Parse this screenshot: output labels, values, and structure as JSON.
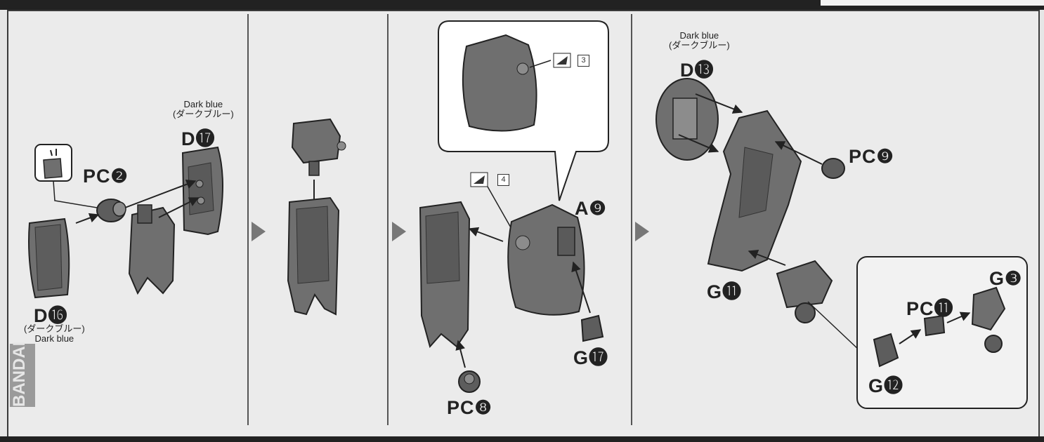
{
  "labels": {
    "dark_blue_en": "Dark blue",
    "dark_blue_jp": "(ダークブルー)",
    "d17": "D⓱",
    "pc2": "PC❷",
    "d16": "D⓰",
    "a9": "A❾",
    "pc8": "PC❽",
    "g17": "G⓱",
    "d13": "D⓭",
    "pc9": "PC❾",
    "g11": "G⓫",
    "g3": "G❸",
    "pc11": "PC⓫",
    "g12": "G⓬",
    "ref3": "3",
    "ref4": "4",
    "brand": "BANDAI"
  },
  "colors": {
    "part_fill": "#6f6f6f",
    "part_dark": "#4a4a4a",
    "part_light": "#8c8c8c",
    "line": "#222222",
    "paper": "#ebebeb"
  }
}
